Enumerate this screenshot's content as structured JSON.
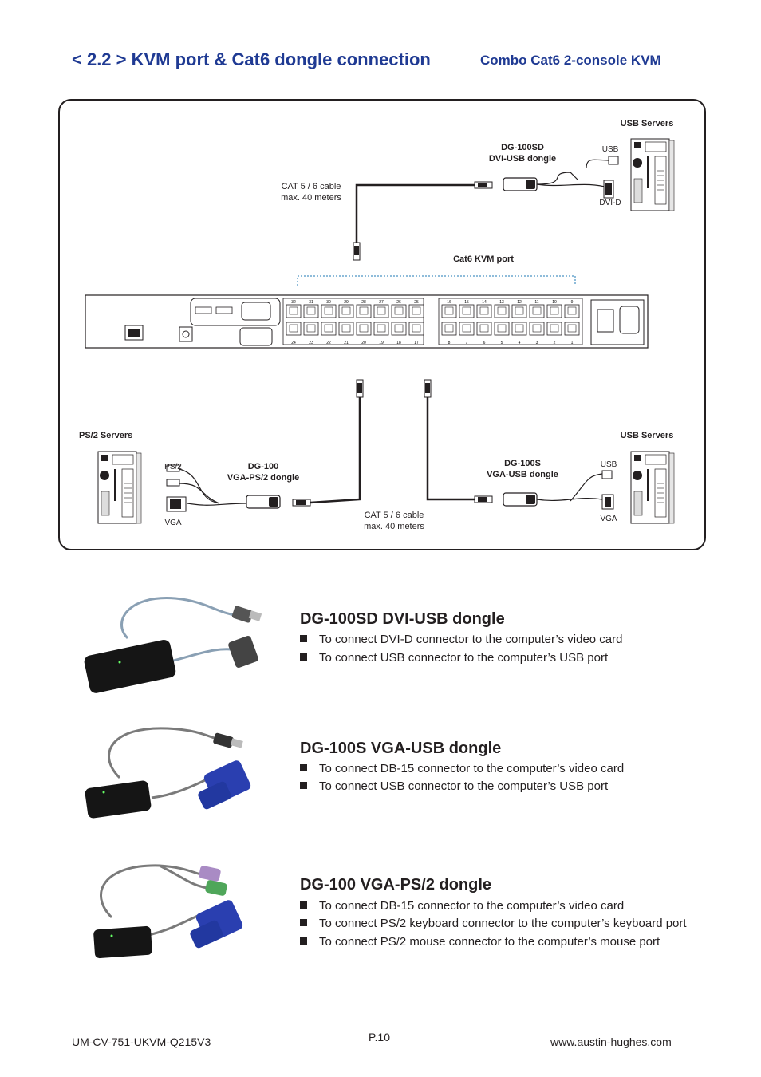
{
  "header": {
    "title": "< 2.2 > KVM port  &  Cat6 dongle connection",
    "subtitle": "Combo  Cat6 2-console KVM"
  },
  "diagram": {
    "usb_servers_top": "USB Servers",
    "dg100sd_name": "DG-100SD",
    "dg100sd_desc": "DVI-USB dongle",
    "cable_top_1": "CAT 5 / 6 cable",
    "cable_top_2": "max. 40 meters",
    "usb_top": "USB",
    "dvid_top": "DVI-D",
    "cat6_port": "Cat6 KVM port",
    "ports_top_left": [
      "32",
      "31",
      "30",
      "29",
      "28",
      "27",
      "26",
      "25"
    ],
    "ports_bottom_left": [
      "24",
      "23",
      "22",
      "21",
      "20",
      "19",
      "18",
      "17"
    ],
    "ports_top_right": [
      "16",
      "15",
      "14",
      "13",
      "12",
      "11",
      "10",
      "9"
    ],
    "ports_bottom_right": [
      "8",
      "7",
      "6",
      "5",
      "4",
      "3",
      "2",
      "1"
    ],
    "ps2_servers": "PS/2 Servers",
    "usb_servers_bottom": "USB Servers",
    "ps2_label": "PS/2",
    "vga_left": "VGA",
    "dg100_name": "DG-100",
    "dg100_desc": "VGA-PS/2 dongle",
    "dg100s_name": "DG-100S",
    "dg100s_desc": "VGA-USB dongle",
    "usb_bottom": "USB",
    "vga_right": "VGA",
    "cable_bottom_1": "CAT 5 / 6 cable",
    "cable_bottom_2": "max. 40 meters"
  },
  "sections": [
    {
      "title": "DG-100SD DVI-USB dongle",
      "bullets": [
        "To connect DVI-D connector to the computer’s video card",
        "To connect USB connector to the computer’s USB port"
      ]
    },
    {
      "title": "DG-100S VGA-USB dongle",
      "bullets": [
        "To connect DB-15 connector to the computer’s video card",
        "To connect USB connector to the computer’s USB port"
      ]
    },
    {
      "title": "DG-100 VGA-PS/2 dongle",
      "bullets": [
        "To connect DB-15 connector to the computer’s video card",
        "To connect PS/2 keyboard connector to the computer’s keyboard port",
        "To connect PS/2 mouse connector to the computer’s mouse port"
      ]
    }
  ],
  "footer": {
    "doc_id": "UM-CV-751-UKVM-Q215V3",
    "page": "P.10",
    "website": "www.austin-hughes.com"
  },
  "colors": {
    "title_blue": "#1f3a93",
    "vga_blue": "#2a3fb0",
    "ps2_purple": "#a98bc4",
    "ps2_green": "#4fa65a"
  }
}
